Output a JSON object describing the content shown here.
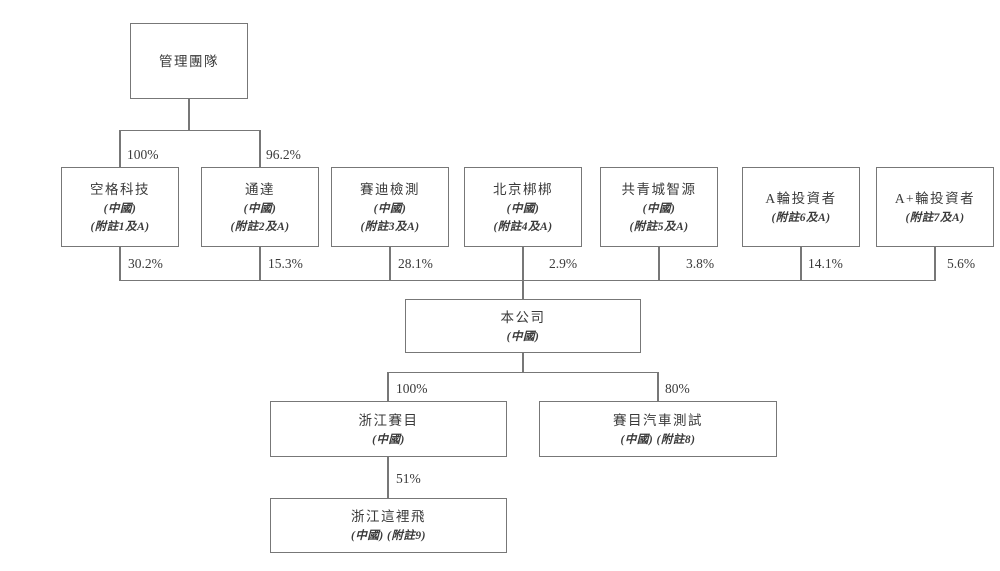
{
  "colors": {
    "line": "#777777",
    "text": "#3a3a3a",
    "background": "#ffffff"
  },
  "diagram": {
    "root": {
      "label": "管理團隊"
    },
    "root_edges": [
      {
        "pct": "100%"
      },
      {
        "pct": "96.2%"
      }
    ],
    "shareholders": [
      {
        "label": "空格科技",
        "region": "(中國)",
        "note": "(附註1及A)",
        "pct": "30.2%"
      },
      {
        "label": "通達",
        "region": "(中國)",
        "note": "(附註2及A)",
        "pct": "15.3%"
      },
      {
        "label": "賽迪檢測",
        "region": "(中國)",
        "note": "(附註3及A)",
        "pct": "28.1%"
      },
      {
        "label": "北京梆梆",
        "region": "(中國)",
        "note": "(附註4及A)",
        "pct": "2.9%"
      },
      {
        "label": "共青城智源",
        "region": "(中國)",
        "note": "(附註5及A)",
        "pct": "3.8%"
      },
      {
        "label": "A輪投資者",
        "note": "(附註6及A)",
        "pct": "14.1%"
      },
      {
        "label": "A+輪投資者",
        "note": "(附註7及A)",
        "pct": "5.6%"
      }
    ],
    "company": {
      "label": "本公司",
      "region": "(中國)"
    },
    "subsidiaries": [
      {
        "label": "浙江賽目",
        "region": "(中國)",
        "pct": "100%"
      },
      {
        "label": "賽目汽車測試",
        "region": "(中國) (附註8)",
        "pct": "80%"
      }
    ],
    "sub_subsidiary": {
      "label": "浙江這裡飛",
      "region": "(中國) (附註9)",
      "pct": "51%"
    }
  }
}
